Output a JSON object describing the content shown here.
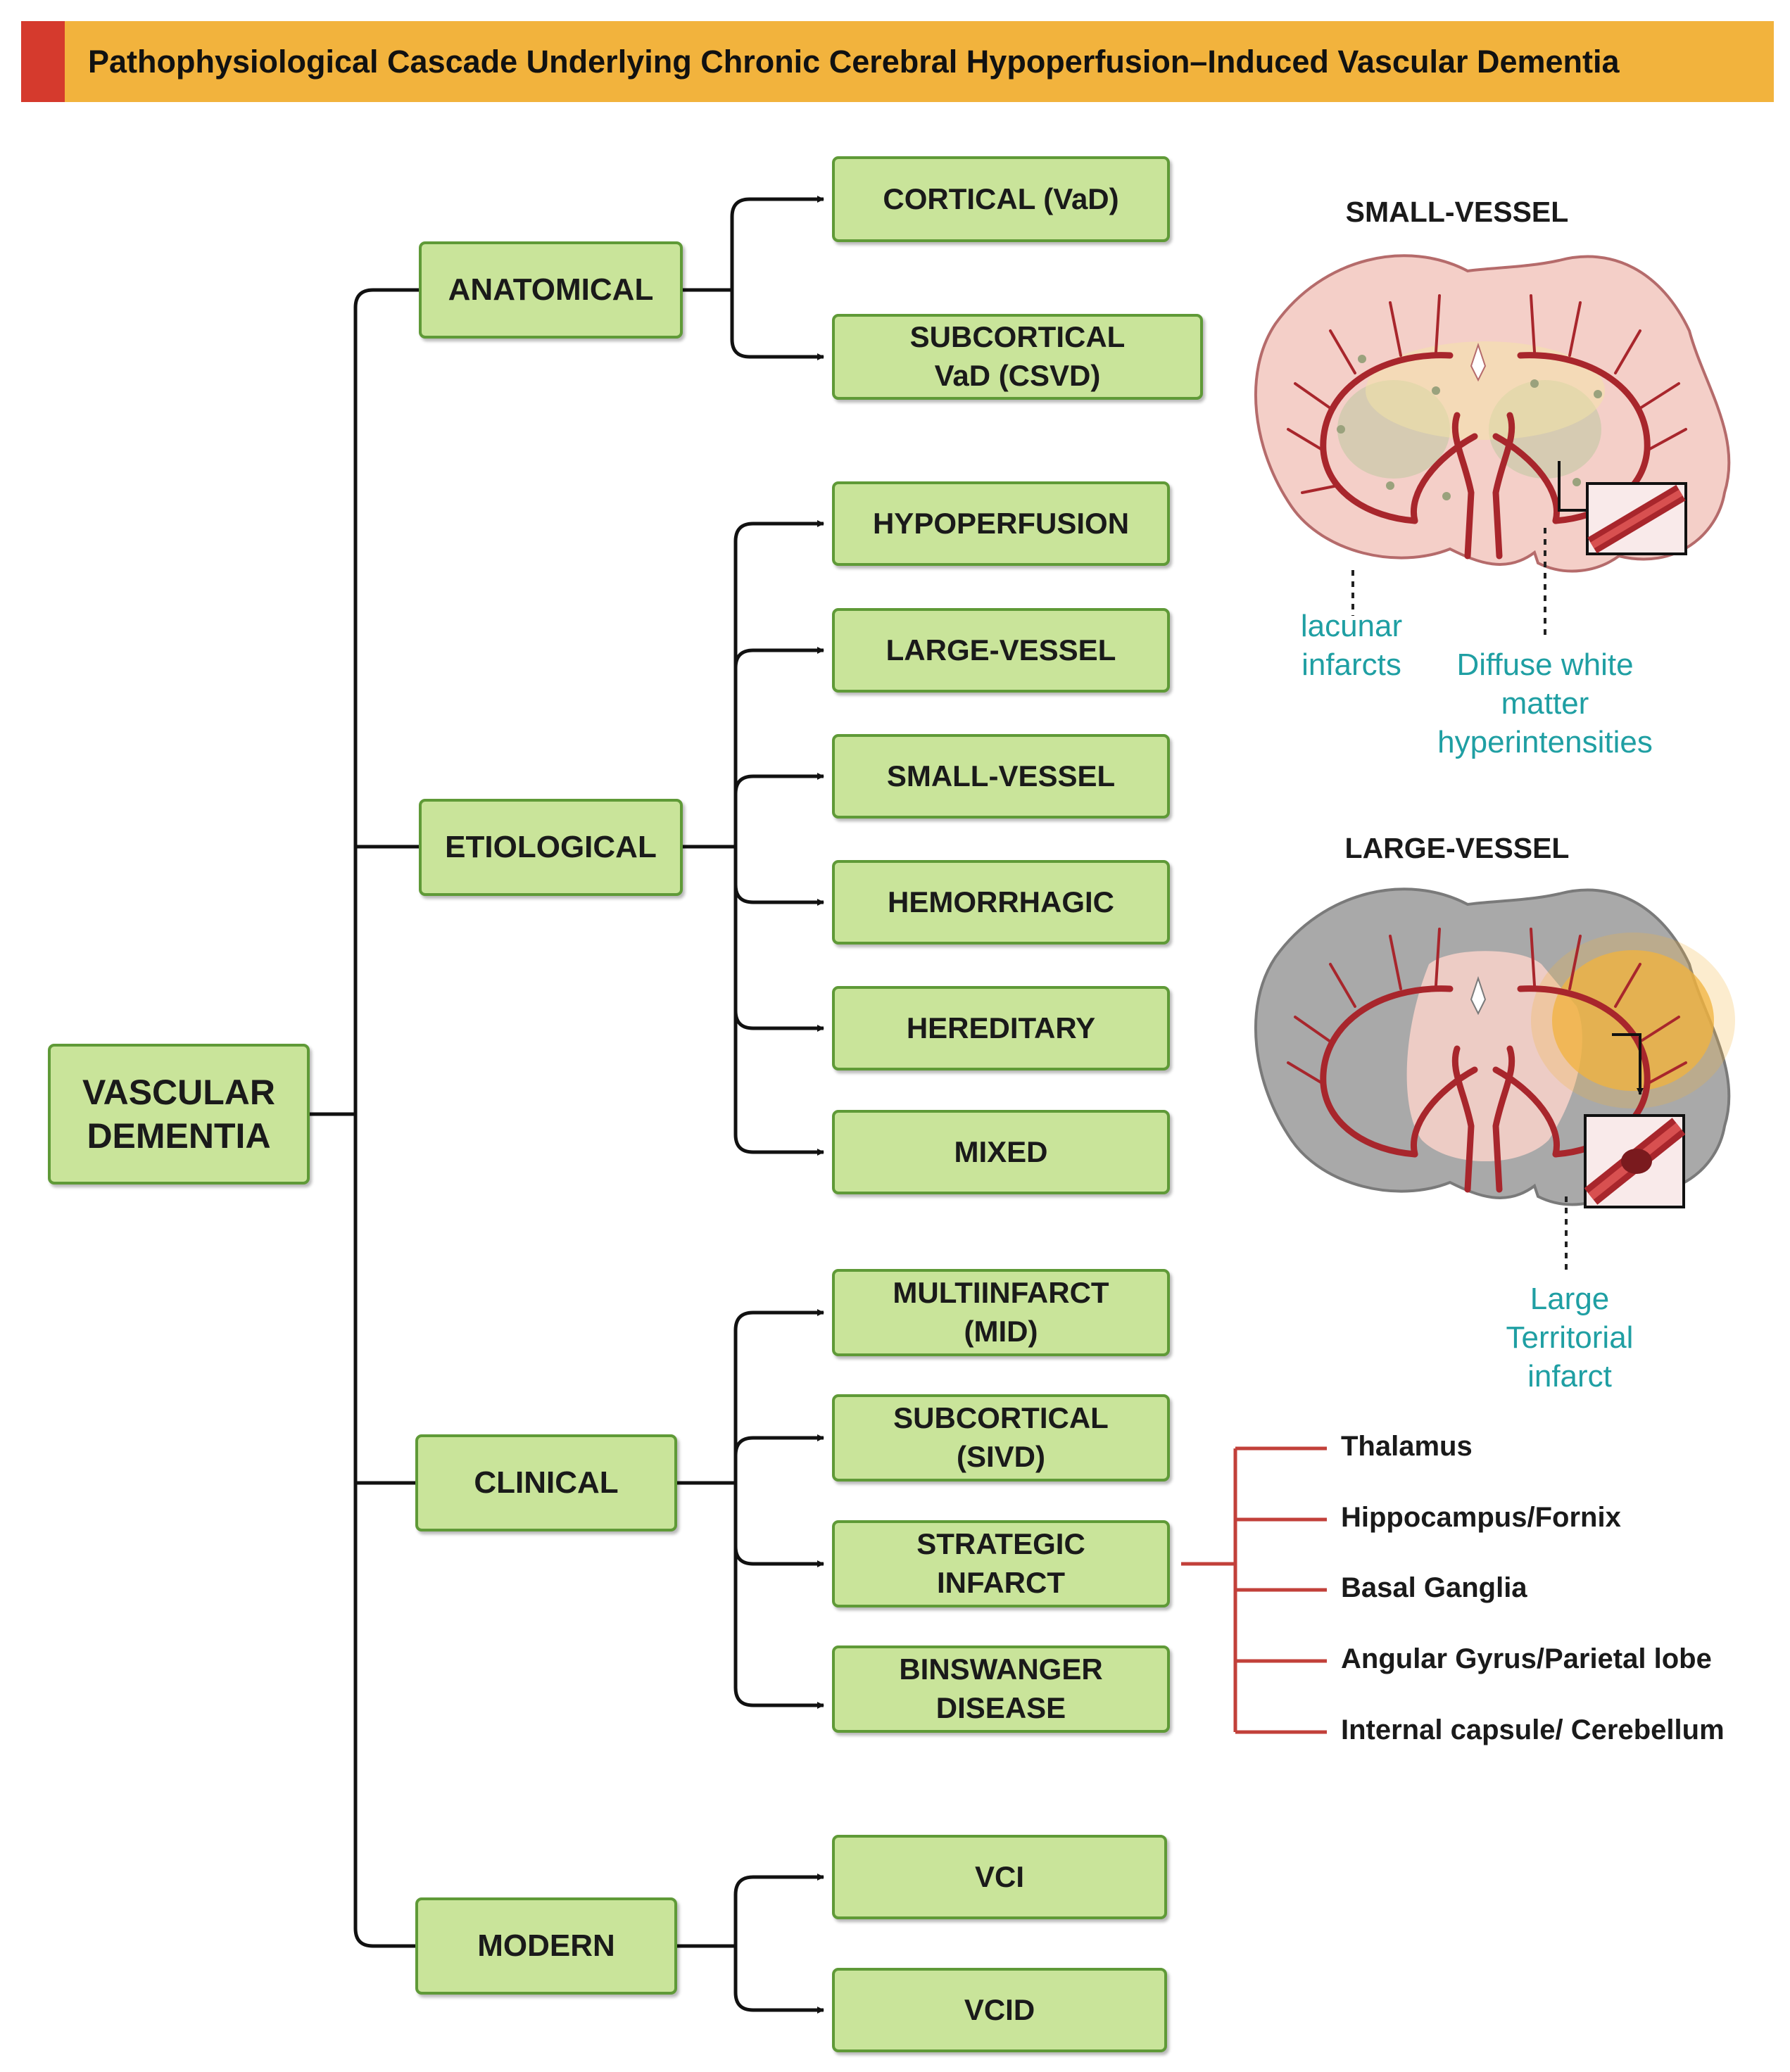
{
  "title": "Pathophysiological Cascade Underlying Chronic Cerebral Hypoperfusion–Induced Vascular Dementia",
  "colors": {
    "banner": "#f2b33d",
    "banner_accent": "#d53a2d",
    "box_fill": "#c9e49a",
    "box_border": "#5f9a37",
    "connector": "#111111",
    "region_bracket": "#c2403a",
    "annotation_text": "#1f9fa3"
  },
  "root": "VASCULAR\nDEMENTIA",
  "categories": {
    "anatomical": {
      "label": "ANATOMICAL",
      "children": [
        "CORTICAL (VaD)",
        "SUBCORTICAL\nVaD (CSVD)"
      ]
    },
    "etiological": {
      "label": "ETIOLOGICAL",
      "children": [
        "HYPOPERFUSION",
        "LARGE-VESSEL",
        "SMALL-VESSEL",
        "HEMORRHAGIC",
        "HEREDITARY",
        "MIXED"
      ]
    },
    "clinical": {
      "label": "CLINICAL",
      "children": [
        "MULTIINFARCT\n(MID)",
        "SUBCORTICAL\n(SIVD)",
        "STRATEGIC\nINFARCT",
        "BINSWANGER\nDISEASE"
      ]
    },
    "modern": {
      "label": "MODERN",
      "children": [
        "VCI",
        "VCID"
      ]
    }
  },
  "strategic_regions": [
    "Thalamus",
    "Hippocampus/Fornix",
    "Basal Ganglia",
    "Angular Gyrus/Parietal lobe",
    "Internal capsule/ Cerebellum"
  ],
  "illustrations": {
    "small_vessel": {
      "label": "SMALL-VESSEL",
      "annotations": [
        "lacunar\ninfarcts",
        "Diffuse white\nmatter\nhyperintensities"
      ]
    },
    "large_vessel": {
      "label": "LARGE-VESSEL",
      "annotations": [
        "Large\nTerritorial\ninfarct"
      ]
    }
  }
}
